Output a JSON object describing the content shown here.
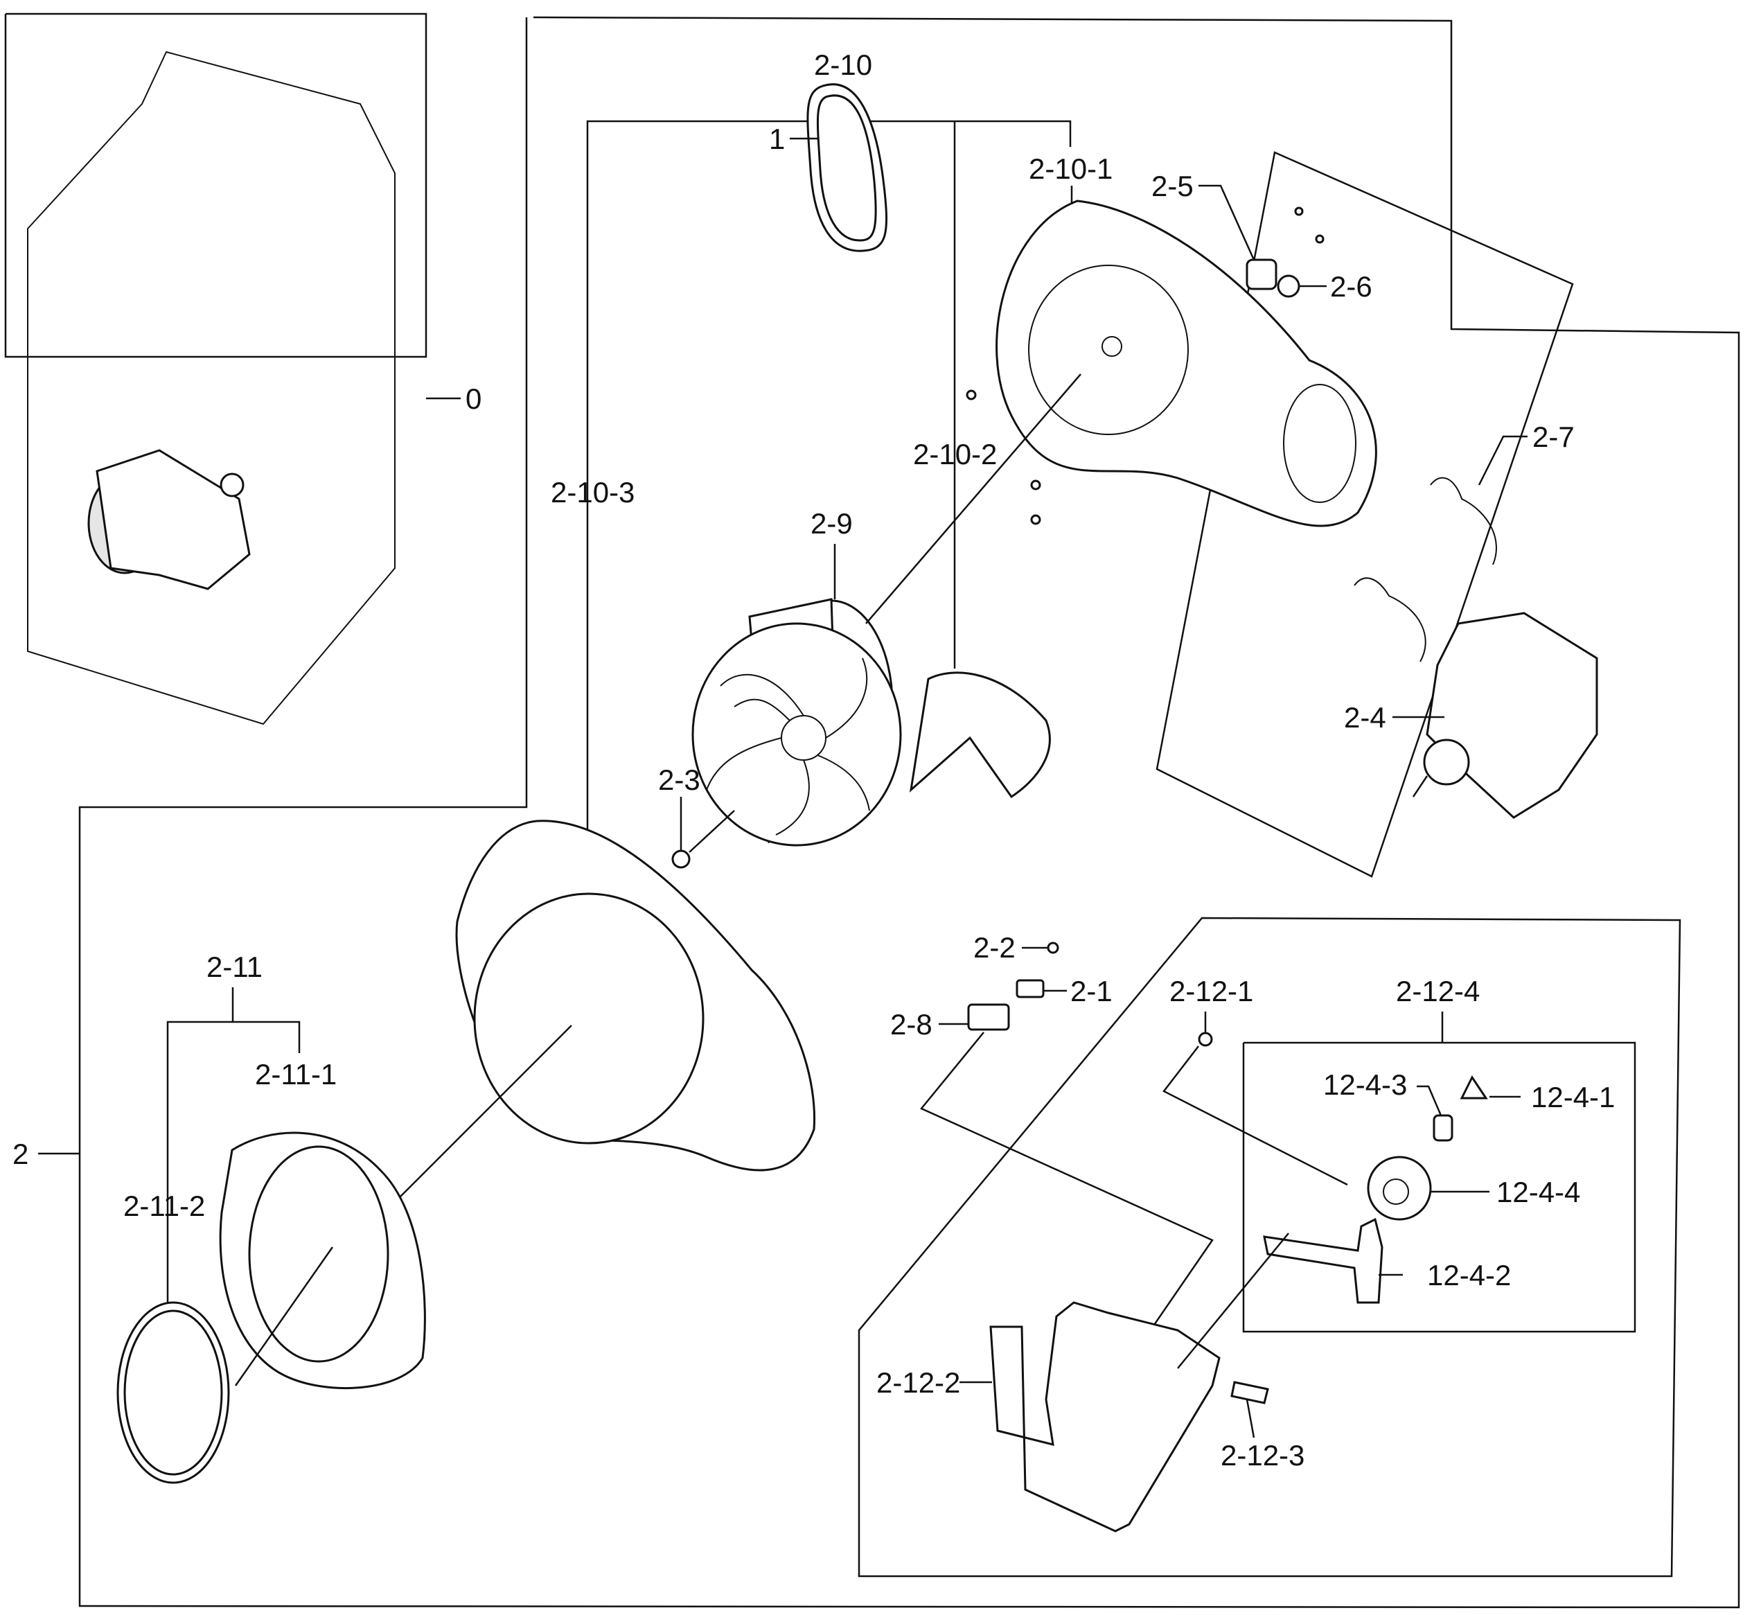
{
  "labels": {
    "l0": "0",
    "l1": "1",
    "l2": "2",
    "l2_1": "2-1",
    "l2_2": "2-2",
    "l2_3": "2-3",
    "l2_4": "2-4",
    "l2_5": "2-5",
    "l2_6": "2-6",
    "l2_7": "2-7",
    "l2_8": "2-8",
    "l2_9": "2-9",
    "l2_10": "2-10",
    "l2_10_1": "2-10-1",
    "l2_10_2": "2-10-2",
    "l2_10_3": "2-10-3",
    "l2_11": "2-11",
    "l2_11_1": "2-11-1",
    "l2_11_2": "2-11-2",
    "l2_12_1": "2-12-1",
    "l2_12_2": "2-12-2",
    "l2_12_3": "2-12-3",
    "l2_12_4": "2-12-4",
    "l12_4_1": "12-4-1",
    "l12_4_2": "12-4-2",
    "l12_4_3": "12-4-3",
    "l12_4_4": "12-4-4"
  }
}
